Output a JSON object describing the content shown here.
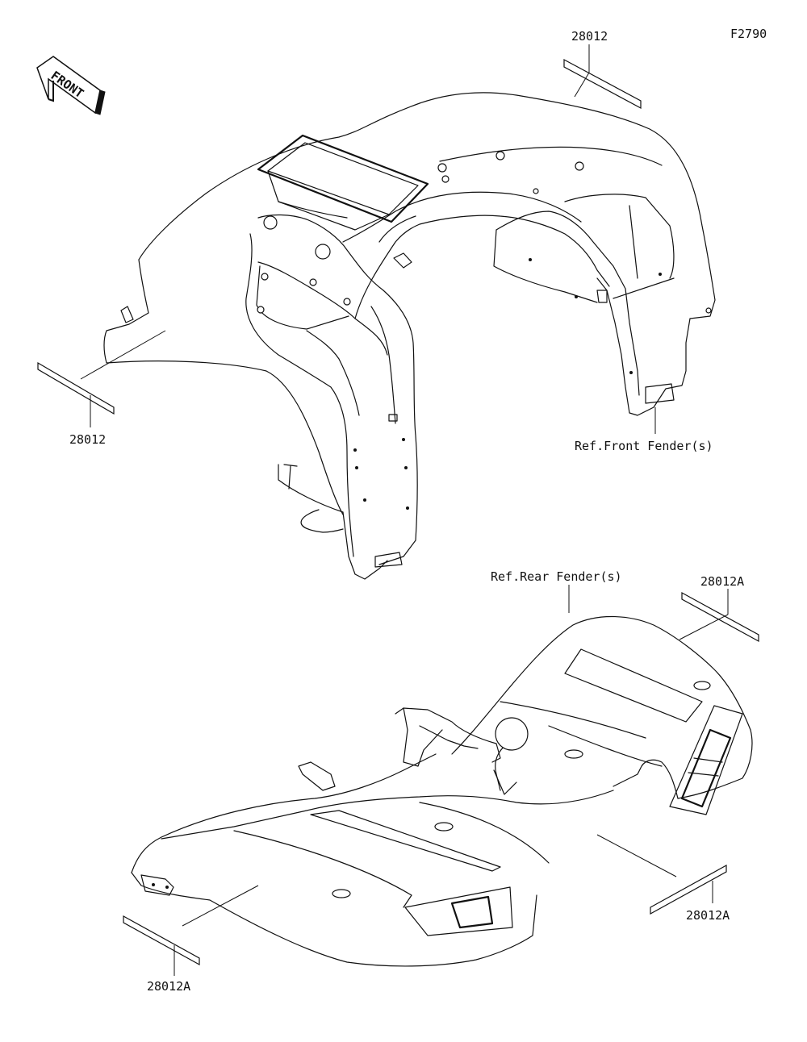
{
  "figure_code": "F2790",
  "front_badge": "FRONT",
  "labels": {
    "front_top": "28012",
    "front_left": "28012",
    "ref_front": "Ref.Front Fender(s)",
    "ref_rear": "Ref.Rear Fender(s)",
    "rear_top_right": "28012A",
    "rear_bottom_right": "28012A",
    "rear_bottom_left": "28012A"
  }
}
